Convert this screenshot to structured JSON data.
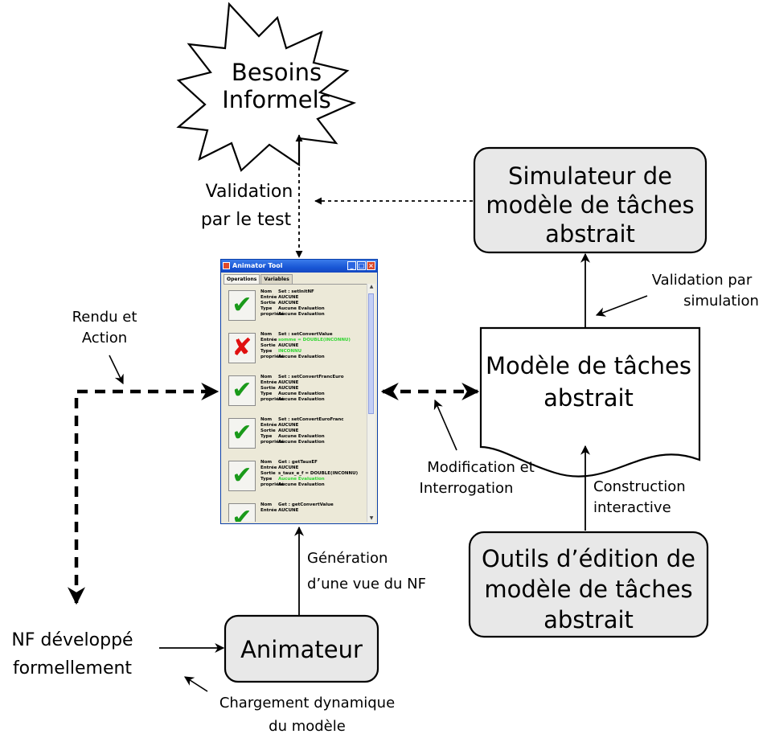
{
  "nodes": {
    "besoins": {
      "line1": "Besoins",
      "line2": "Informels"
    },
    "simulateur": {
      "line1": "Simulateur de",
      "line2": "modèle de tâches",
      "line3": "abstrait"
    },
    "modele": {
      "line1": "Modèle de tâches",
      "line2": "abstrait"
    },
    "outils": {
      "line1": "Outils d’édition de",
      "line2": "modèle de tâches",
      "line3": "abstrait"
    },
    "animateur": {
      "label": "Animateur"
    },
    "nf": {
      "line1": "NF développé",
      "line2": "formellement"
    }
  },
  "labels": {
    "validation_test": {
      "line1": "Validation",
      "line2": "par le test"
    },
    "validation_simulation": {
      "line1": "Validation par",
      "line2": "simulation"
    },
    "rendu_action": {
      "line1": "Rendu et",
      "line2": "Action"
    },
    "modification": {
      "line1": "Modification et",
      "line2": "Interrogation"
    },
    "construction": {
      "line1": "Construction",
      "line2": "interactive"
    },
    "generation": {
      "line1": "Génération",
      "line2": "d’une vue du NF"
    },
    "chargement": {
      "line1": "Chargement dynamique",
      "line2": "du modèle"
    }
  },
  "window": {
    "title": "Animator Tool",
    "tabs": [
      "Operations",
      "Variables"
    ],
    "operations": [
      {
        "status": "ok",
        "icon": "check-icon",
        "rows": [
          {
            "key": "Nom",
            "value": "Set : setInitNF"
          },
          {
            "key": "Entrée",
            "value": "AUCUNE"
          },
          {
            "key": "Sortie",
            "value": "AUCUNE"
          },
          {
            "key": "Type",
            "value": "Aucune Evaluation"
          },
          {
            "key": "propriété",
            "value": "Aucune Evaluation"
          }
        ]
      },
      {
        "status": "error",
        "icon": "cross-icon",
        "rows": [
          {
            "key": "Nom",
            "value": "Set : setConvertValue"
          },
          {
            "key": "Entrée",
            "value": "somme = DOUBLE(INCONNU)",
            "highlight": true
          },
          {
            "key": "Sortie",
            "value": "AUCUNE"
          },
          {
            "key": "Type",
            "value": "INCONNU",
            "highlight": true
          },
          {
            "key": "propriété",
            "value": "Aucune Evaluation"
          }
        ]
      },
      {
        "status": "ok",
        "icon": "check-icon",
        "rows": [
          {
            "key": "Nom",
            "value": "Set : setConvertFrancEuro"
          },
          {
            "key": "Entrée",
            "value": "AUCUNE"
          },
          {
            "key": "Sortie",
            "value": "AUCUNE"
          },
          {
            "key": "Type",
            "value": "Aucune Evaluation"
          },
          {
            "key": "propriété",
            "value": "Aucune Evaluation"
          }
        ]
      },
      {
        "status": "ok",
        "icon": "check-icon",
        "rows": [
          {
            "key": "Nom",
            "value": "Set : setConvertEuroFranc"
          },
          {
            "key": "Entrée",
            "value": "AUCUNE"
          },
          {
            "key": "Sortie",
            "value": "AUCUNE"
          },
          {
            "key": "Type",
            "value": "Aucune Evaluation"
          },
          {
            "key": "propriété",
            "value": "Aucune Evaluation"
          }
        ]
      },
      {
        "status": "ok",
        "icon": "check-icon",
        "rows": [
          {
            "key": "Nom",
            "value": "Get : getTauxEF"
          },
          {
            "key": "Entrée",
            "value": "AUCUNE"
          },
          {
            "key": "Sortie",
            "value": "s_taux_e_f = DOUBLE(INCONNU)"
          },
          {
            "key": "Type",
            "value": "Aucune Evaluation",
            "highlight": true
          },
          {
            "key": "propriété",
            "value": "Aucune Evaluation"
          }
        ]
      },
      {
        "status": "ok",
        "icon": "check-icon",
        "rows": [
          {
            "key": "Nom",
            "value": "Get : getConvertValue"
          },
          {
            "key": "Entrée",
            "value": "AUCUNE"
          }
        ]
      }
    ]
  }
}
